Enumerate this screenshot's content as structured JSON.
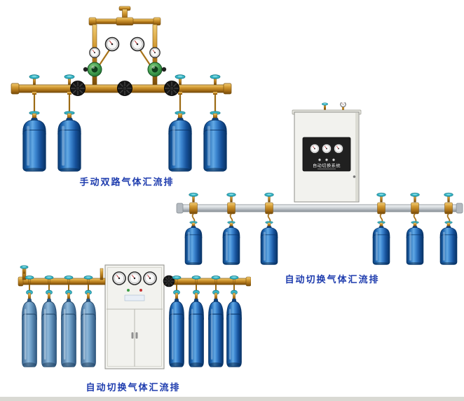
{
  "products": [
    {
      "name": "manual-dual-manifold",
      "caption": "手动双路气体汇流排"
    },
    {
      "name": "auto-switch-manifold-wall",
      "caption": "自动切换气体汇流排",
      "panel_label": "自动切换系统"
    },
    {
      "name": "auto-switch-manifold-cabinet",
      "caption": "自动切换气体汇流排"
    }
  ],
  "style": {
    "caption_color": "#1e3cae",
    "brass_color": "#c98a28",
    "cylinder_blue": "#1d62ad",
    "cylinder_blue_light": "#8fb8da",
    "valve_cyan": "#38b5c5",
    "pipe_silver": "#c6cacd",
    "cabinet_color": "#f2f2ee",
    "background": "#ffffff",
    "bottom_edge_color": "#d9d9d3"
  }
}
